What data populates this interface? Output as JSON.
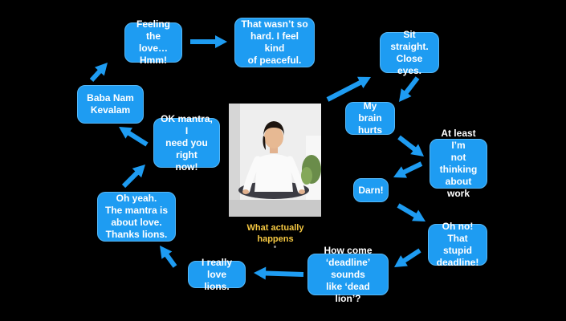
{
  "colors": {
    "background": "#000000",
    "bubble": "#1e9cf2",
    "bubble_text": "#ffffff",
    "arrow": "#1e9cf2",
    "caption": "#f5c842"
  },
  "center": {
    "caption": "What actually\nhappens",
    "image": "woman-meditating-photo"
  },
  "bubbles": [
    {
      "id": "feeling-the-love",
      "text": "Feeling the\nlove…Hmm!"
    },
    {
      "id": "that-wasnt-so-hard",
      "text": "That wasn’t so\nhard. I feel kind\nof peaceful."
    },
    {
      "id": "sit-straight",
      "text": "Sit straight.\nClose eyes."
    },
    {
      "id": "baba-nam-kevalam",
      "text": "Baba Nam\nKevalam"
    },
    {
      "id": "my-brain-hurts",
      "text": "My brain\nhurts"
    },
    {
      "id": "ok-mantra",
      "text": "OK mantra, I\nneed you right\nnow!"
    },
    {
      "id": "not-thinking-about-work",
      "text": "At least I’m\nnot thinking\nabout work"
    },
    {
      "id": "darn",
      "text": "Darn!"
    },
    {
      "id": "oh-yeah-mantra",
      "text": "Oh yeah.\nThe mantra is\nabout love.\nThanks lions."
    },
    {
      "id": "oh-no-deadline",
      "text": "Oh no! That\nstupid\ndeadline!"
    },
    {
      "id": "love-lions",
      "text": "I really\nlove lions."
    },
    {
      "id": "deadline-dead-lion",
      "text": "How come\n‘deadline’ sounds\nlike ‘dead lion’?"
    }
  ]
}
